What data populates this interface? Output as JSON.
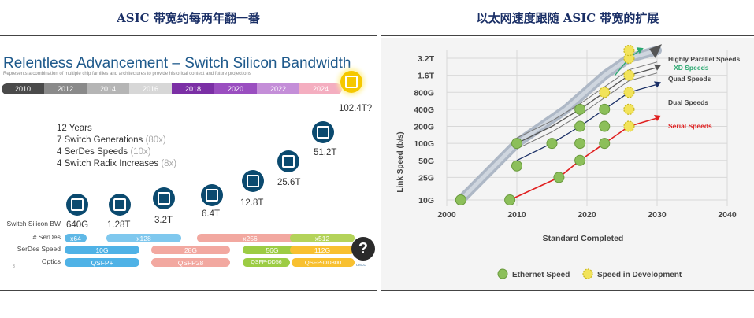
{
  "headers": {
    "left": "ASIC 带宽约每两年翻一番",
    "right": "以太网速度跟随 ASIC 带宽的扩展"
  },
  "left_panel": {
    "title": "Relentless Advancement – Switch Silicon Bandwidth",
    "subtitle": "Represents a combination of multiple chip families and architectures to provide historical context and future projections",
    "timeline_years": [
      "2010",
      "2012",
      "2014",
      "2016",
      "2018",
      "2020",
      "2022",
      "2024"
    ],
    "timeline_colors": [
      "#4a4a4a",
      "#8a8a8a",
      "#b5b5b5",
      "#d7d7d7",
      "#7b2fa5",
      "#9a4ec0",
      "#c48ed8",
      "#f4aec0"
    ],
    "facts": [
      {
        "main": "12 Years",
        "dim": ""
      },
      {
        "main": "7 Switch Generations ",
        "dim": "(80x)"
      },
      {
        "main": "4 SerDes Speeds ",
        "dim": "(10x)"
      },
      {
        "main": "4 Switch Radix Increases ",
        "dim": "(8x)"
      }
    ],
    "chip_icon": "chip-icon",
    "bandwidth_values": [
      "640G",
      "1.28T",
      "3.2T",
      "6.4T",
      "12.8T",
      "25.6T",
      "51.2T",
      "102.4T?"
    ],
    "row_labels": [
      "Switch Silicon BW",
      "# SerDes",
      "SerDes Speed",
      "Optics"
    ],
    "serdes_counts": [
      "x64",
      "x128",
      "x256",
      "x512"
    ],
    "serdes_speeds": [
      "10G",
      "28G",
      "56G",
      "112G"
    ],
    "optics": [
      "QSFP+",
      "QSFP28",
      "QSFP-DD56",
      "QSFP-DD800"
    ],
    "small_mark": "3",
    "help_symbol": "?",
    "logo_text": "CISCO"
  },
  "chart_data": {
    "type": "line",
    "xlabel": "Standard Completed",
    "ylabel": "Link Speed (b/s)",
    "xlim": [
      2000,
      2040
    ],
    "x_ticks": [
      "2000",
      "2010",
      "2020",
      "2030",
      "2040"
    ],
    "y_ticks": [
      "10G",
      "25G",
      "50G",
      "100G",
      "200G",
      "400G",
      "800G",
      "1.6T",
      "3.2T"
    ],
    "y_scale": "log",
    "series": [
      {
        "name": "Serial Speeds",
        "color": "#e02020",
        "points": [
          [
            2009,
            "10G"
          ],
          [
            2016,
            "25G"
          ],
          [
            2019,
            "50G"
          ],
          [
            2022.5,
            "100G"
          ],
          [
            2026,
            "200G"
          ],
          [
            2030,
            "280G"
          ]
        ]
      },
      {
        "name": "Dual Speeds",
        "color": "#1a2f66",
        "points": [
          [
            2010,
            "50G"
          ],
          [
            2015,
            "100G"
          ],
          [
            2019,
            "200G"
          ],
          [
            2022.5,
            "400G"
          ],
          [
            2026,
            "800G"
          ],
          [
            2030,
            "1.1T"
          ]
        ]
      },
      {
        "name": "Quad Speeds",
        "color": "#555555",
        "points": [
          [
            2010,
            "100G"
          ],
          [
            2015,
            "200G"
          ],
          [
            2019,
            "400G"
          ],
          [
            2022.5,
            "800G"
          ],
          [
            2026,
            "1.6T"
          ],
          [
            2030,
            "2.2T"
          ]
        ]
      },
      {
        "name": "Highly Parallel Speeds",
        "color": "#9aa5b5",
        "points": [
          [
            2002,
            "10G"
          ],
          [
            2010,
            "100G"
          ],
          [
            2017,
            "400G"
          ],
          [
            2022.5,
            "1.6T"
          ],
          [
            2026,
            "3.2T"
          ],
          [
            2030,
            "4.4T"
          ]
        ]
      },
      {
        "name": "– XD Speeds",
        "color": "#2aa870",
        "points": [
          [
            2024,
            "1.6T"
          ],
          [
            2026,
            "3.2T"
          ],
          [
            2027.5,
            "4.4T"
          ]
        ]
      }
    ],
    "ethernet_speed": [
      [
        2002,
        "10G"
      ],
      [
        2009,
        "10G"
      ],
      [
        2010,
        "40G"
      ],
      [
        2010,
        "100G"
      ],
      [
        2015,
        "100G"
      ],
      [
        2016,
        "25G"
      ],
      [
        2019,
        "50G"
      ],
      [
        2019,
        "100G"
      ],
      [
        2019,
        "200G"
      ],
      [
        2019,
        "400G"
      ],
      [
        2022.5,
        "100G"
      ],
      [
        2022.5,
        "200G"
      ],
      [
        2022.5,
        "400G"
      ]
    ],
    "in_development": [
      [
        2026,
        "200G"
      ],
      [
        2026,
        "400G"
      ],
      [
        2026,
        "800G"
      ],
      [
        2022.5,
        "800G"
      ],
      [
        2026,
        "1.6T"
      ],
      [
        2026,
        "3.2T"
      ],
      [
        2026,
        "4.4T"
      ]
    ],
    "legend": [
      "Ethernet Speed",
      "Speed in Development"
    ],
    "legend_position": "bottom",
    "colors": {
      "ethernet": "#8cbf5a",
      "development": "#f2e35a"
    }
  }
}
